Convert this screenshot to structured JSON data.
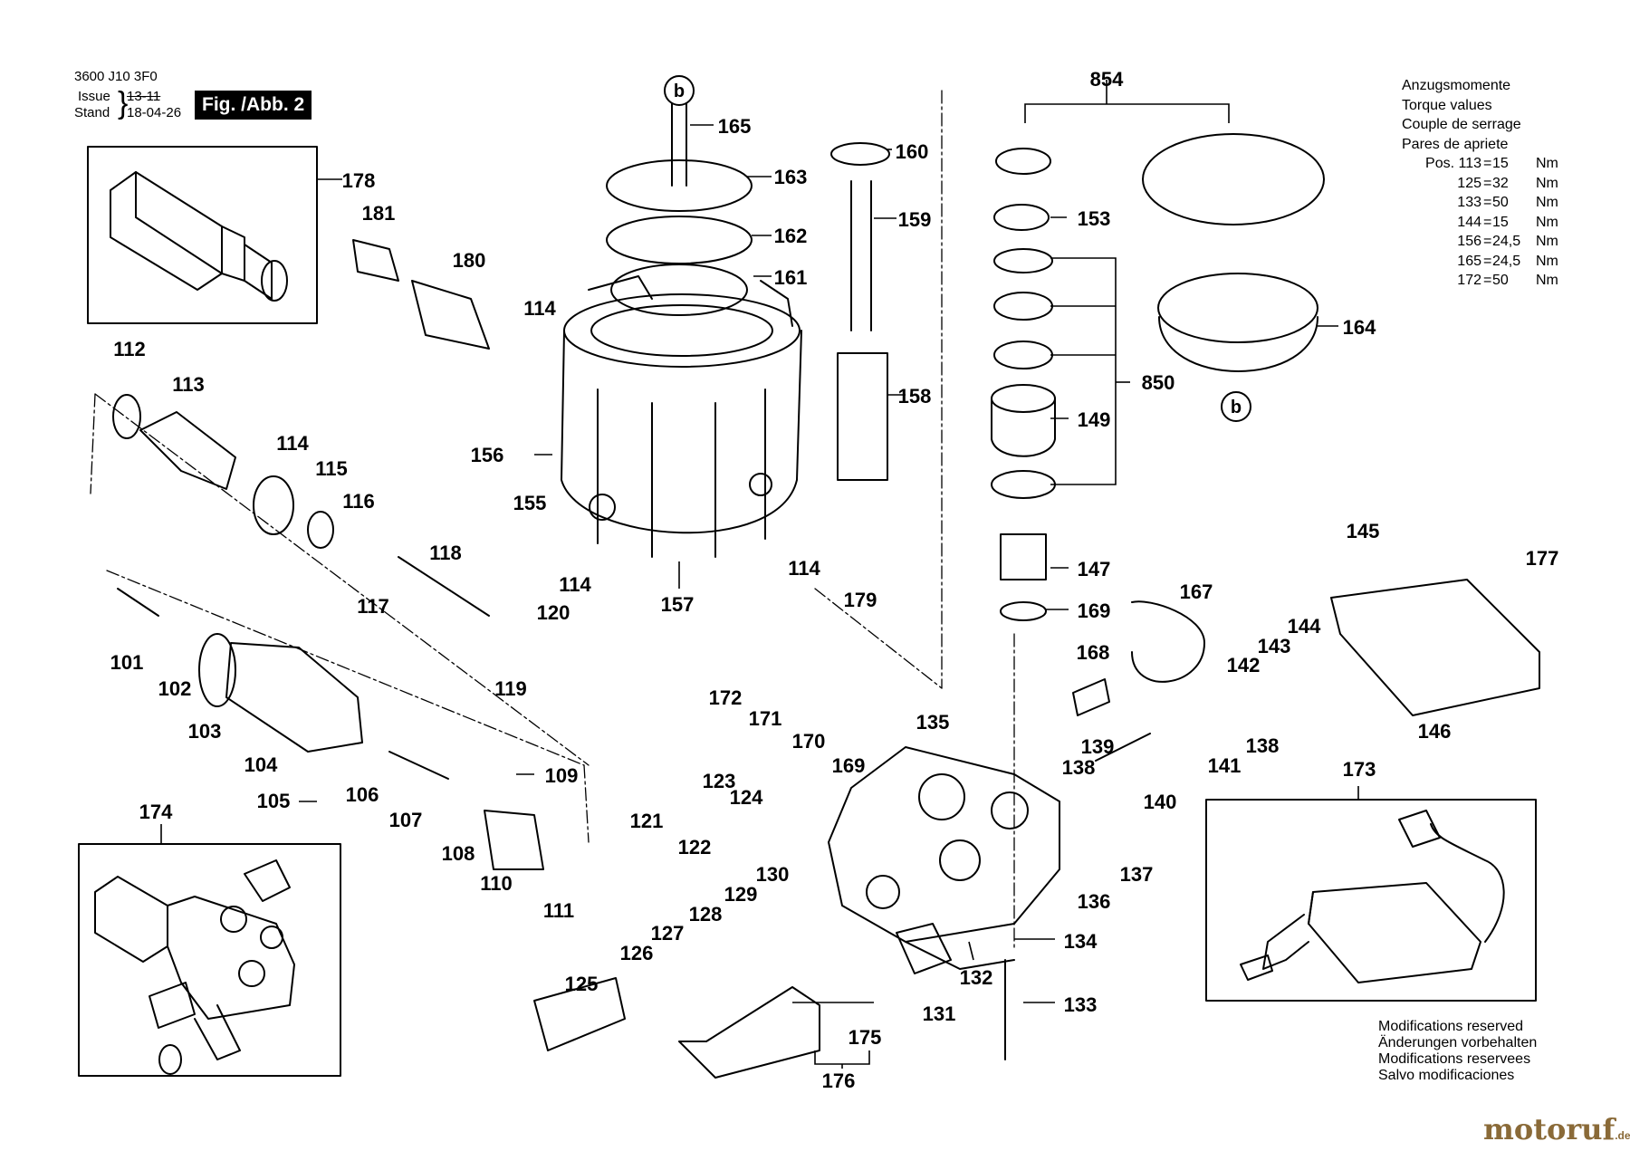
{
  "header": {
    "doc_number": "3600 J10 3F0",
    "issue_label": "Issue",
    "issue_value": "13-11",
    "stand_label": "Stand",
    "stand_value": "18-04-26",
    "figure_badge": "Fig. /Abb. 2"
  },
  "torque": {
    "titles": [
      "Anzugsmomente",
      "Torque values",
      "Couple de serrage",
      "Pares de apriete"
    ],
    "rows": [
      {
        "pos": "Pos. 113",
        "value": "15",
        "unit": "Nm"
      },
      {
        "pos": "125",
        "value": "32",
        "unit": "Nm"
      },
      {
        "pos": "133",
        "value": "50",
        "unit": "Nm"
      },
      {
        "pos": "144",
        "value": "15",
        "unit": "Nm"
      },
      {
        "pos": "156",
        "value": "24,5",
        "unit": "Nm"
      },
      {
        "pos": "165",
        "value": "24,5",
        "unit": "Nm"
      },
      {
        "pos": "172",
        "value": "50",
        "unit": "Nm"
      }
    ]
  },
  "modifications": [
    "Modifications reserved",
    "Änderungen vorbehalten",
    "Modifications reservees",
    "Salvo modificaciones"
  ],
  "watermark": {
    "text": "motoruf",
    "suffix": ".de"
  },
  "reference_marks": [
    "b",
    "b"
  ],
  "part_labels": {
    "p101": "101",
    "p102": "102",
    "p103": "103",
    "p104": "104",
    "p105": "105",
    "p106": "106",
    "p107": "107",
    "p108": "108",
    "p109": "109",
    "p110": "110",
    "p111": "111",
    "p112": "112",
    "p113": "113",
    "p114a": "114",
    "p114b": "114",
    "p114c": "114",
    "p114d": "114",
    "p115": "115",
    "p116": "116",
    "p117": "117",
    "p118": "118",
    "p119": "119",
    "p120": "120",
    "p121": "121",
    "p122": "122",
    "p123": "123",
    "p124": "124",
    "p125": "125",
    "p126": "126",
    "p127": "127",
    "p128": "128",
    "p129": "129",
    "p130": "130",
    "p131": "131",
    "p132": "132",
    "p133": "133",
    "p134": "134",
    "p135": "135",
    "p136": "136",
    "p137": "137",
    "p138a": "138",
    "p138b": "138",
    "p139": "139",
    "p140": "140",
    "p141": "141",
    "p142": "142",
    "p143": "143",
    "p144": "144",
    "p145": "145",
    "p146": "146",
    "p147": "147",
    "p149": "149",
    "p153": "153",
    "p155": "155",
    "p156": "156",
    "p157": "157",
    "p158": "158",
    "p159": "159",
    "p160": "160",
    "p161": "161",
    "p162": "162",
    "p163": "163",
    "p164": "164",
    "p165": "165",
    "p167": "167",
    "p168": "168",
    "p169a": "169",
    "p169b": "169",
    "p170": "170",
    "p171": "171",
    "p172": "172",
    "p173": "173",
    "p174": "174",
    "p175": "175",
    "p176": "176",
    "p177": "177",
    "p178": "178",
    "p179": "179",
    "p180": "180",
    "p181": "181",
    "p850": "850",
    "p854": "854"
  }
}
